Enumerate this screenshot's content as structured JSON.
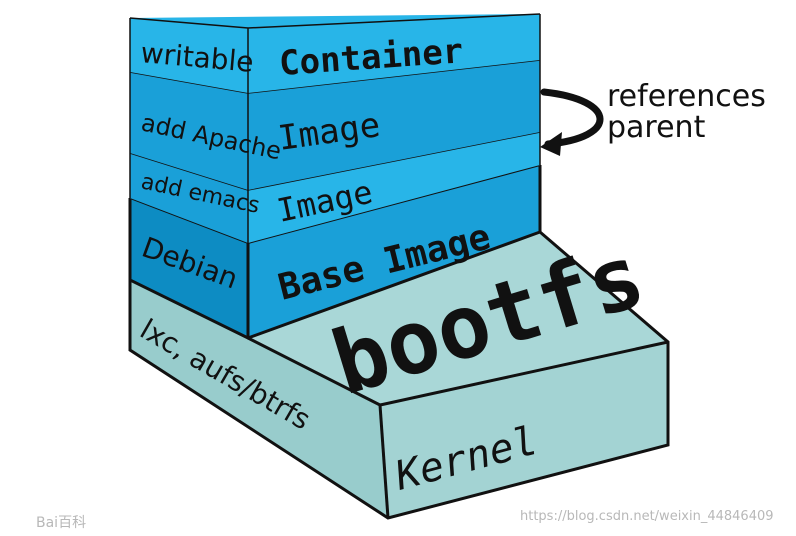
{
  "diagram": {
    "layers": {
      "kernel": {
        "side_label": "lxc, aufs/btrfs",
        "front_label": "Kernel",
        "top_label": "bootfs"
      },
      "base_image": {
        "side_label": "Debian",
        "front_label": "Base Image"
      },
      "image_emacs": {
        "side_label": "add emacs",
        "front_label": "Image"
      },
      "image_apache": {
        "side_label": "add Apache",
        "front_label": "Image"
      },
      "container": {
        "side_label": "writable",
        "front_label": "Container"
      }
    },
    "reference": {
      "line1": "references",
      "line2": "parent"
    }
  },
  "watermark": {
    "left": "Bai百科",
    "right": "https://blog.csdn.net/weixin_44846409"
  },
  "colors": {
    "kernel_top": "#a9d7d7",
    "kernel_side": "#98cccc",
    "kernel_front": "#a3d3d3",
    "layer_dark": "#0d8cc3",
    "layer_mid": "#1aa0d8",
    "layer_light": "#28b5e8",
    "outline": "#111111"
  }
}
